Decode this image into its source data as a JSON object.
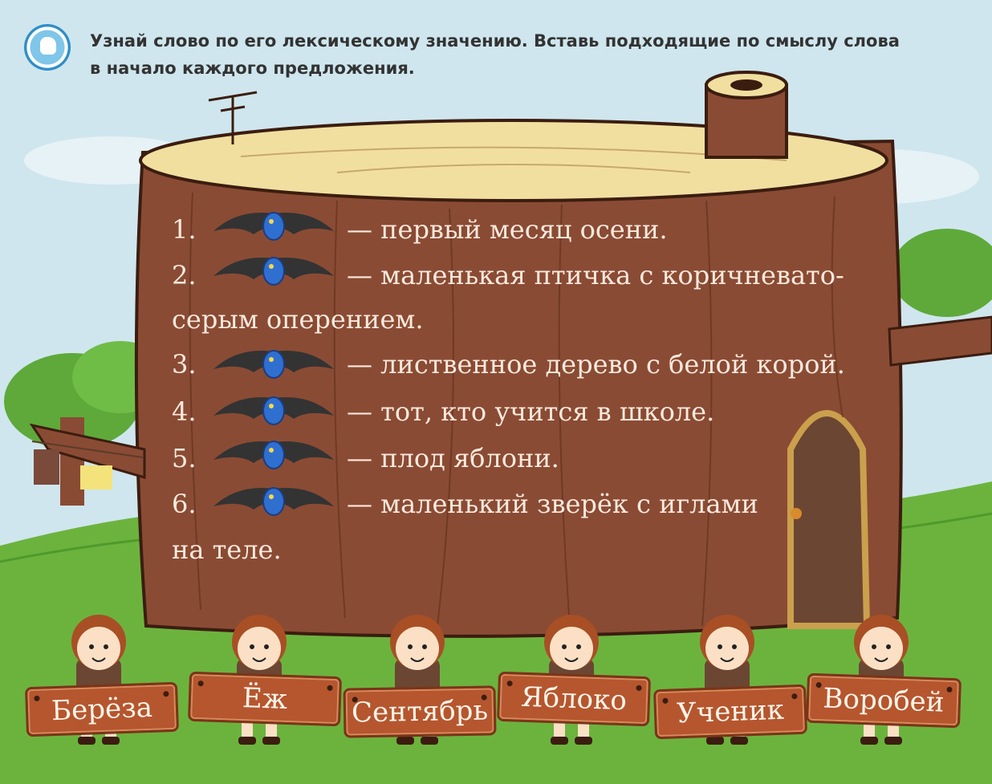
{
  "header": {
    "icon": "speech-bubble-icon",
    "instruction": "Узнай слово по его лексическому значению. Вставь подходящие по смыслу слова\nв начало каждого предложения."
  },
  "questions": [
    {
      "number": "1.",
      "text": "— первый месяц осени."
    },
    {
      "number": "2.",
      "text": "— маленькая птичка с коричневато-",
      "continuation": "серым оперением."
    },
    {
      "number": "3.",
      "text": "— лиственное дерево с белой корой."
    },
    {
      "number": "4.",
      "text": "— тот, кто учится в школе."
    },
    {
      "number": "5.",
      "text": "— плод яблони."
    },
    {
      "number": "6.",
      "text": "— маленький зверёк с иглами",
      "continuation": "на теле."
    }
  ],
  "word_cards": [
    {
      "label": "Берёза"
    },
    {
      "label": "Ёж"
    },
    {
      "label": "Сентябрь"
    },
    {
      "label": "Яблоко"
    },
    {
      "label": "Ученик"
    },
    {
      "label": "Воробей"
    }
  ],
  "colors": {
    "sky": "#cfe6ee",
    "grass": "#6cb33e",
    "stump": "#8a4b34",
    "stump_top": "#f1dfa0",
    "card": "#b5562f",
    "bat": "#333333",
    "bird": "#2f6fd0"
  }
}
